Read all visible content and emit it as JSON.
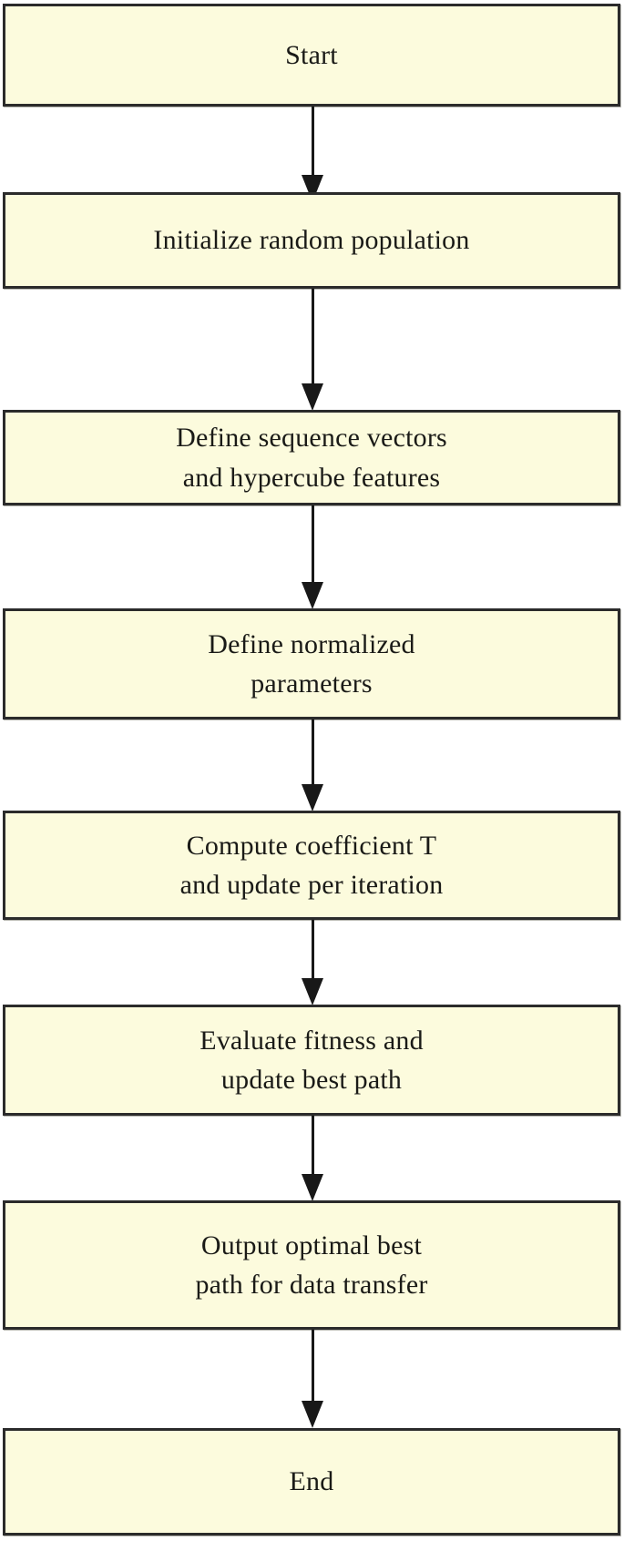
{
  "diagram": {
    "type": "flowchart",
    "orientation": "vertical",
    "node_fill_color": "#fcfbdd",
    "node_border_color": "#2b2b2b",
    "connector_color": "#181818",
    "background_color": "#ffffff",
    "nodes": [
      {
        "id": "start",
        "shape": "rectangle",
        "label": "Start"
      },
      {
        "id": "init",
        "shape": "rectangle",
        "label": "Initialize random population"
      },
      {
        "id": "seqvec",
        "shape": "rectangle",
        "label": "Define sequence vectors\nand hypercube features"
      },
      {
        "id": "normparams",
        "shape": "rectangle",
        "label": "Define normalized\nparameters"
      },
      {
        "id": "coefficient",
        "shape": "rectangle",
        "label": "Compute coefficient T\nand update per iteration"
      },
      {
        "id": "fitness",
        "shape": "rectangle",
        "label": "Evaluate fitness and\nupdate best path"
      },
      {
        "id": "output",
        "shape": "rectangle",
        "label": "Output optimal best\npath for data transfer"
      },
      {
        "id": "end",
        "shape": "rectangle",
        "label": "End"
      }
    ],
    "edges": [
      {
        "id": "edge-1",
        "from": "start",
        "to": "init",
        "label": "",
        "arrow": "down-arrow"
      },
      {
        "id": "edge-2",
        "from": "init",
        "to": "seqvec",
        "label": "",
        "arrow": "down-arrow"
      },
      {
        "id": "edge-3",
        "from": "seqvec",
        "to": "normparams",
        "label": "",
        "arrow": "down-arrow"
      },
      {
        "id": "edge-4",
        "from": "normparams",
        "to": "coefficient",
        "label": "",
        "arrow": "down-arrow"
      },
      {
        "id": "edge-5",
        "from": "coefficient",
        "to": "fitness",
        "label": "",
        "arrow": "down-arrow"
      },
      {
        "id": "edge-6",
        "from": "fitness",
        "to": "output",
        "label": "",
        "arrow": "down-arrow"
      },
      {
        "id": "edge-7",
        "from": "output",
        "to": "end",
        "label": "",
        "arrow": "down-arrow"
      }
    ]
  }
}
